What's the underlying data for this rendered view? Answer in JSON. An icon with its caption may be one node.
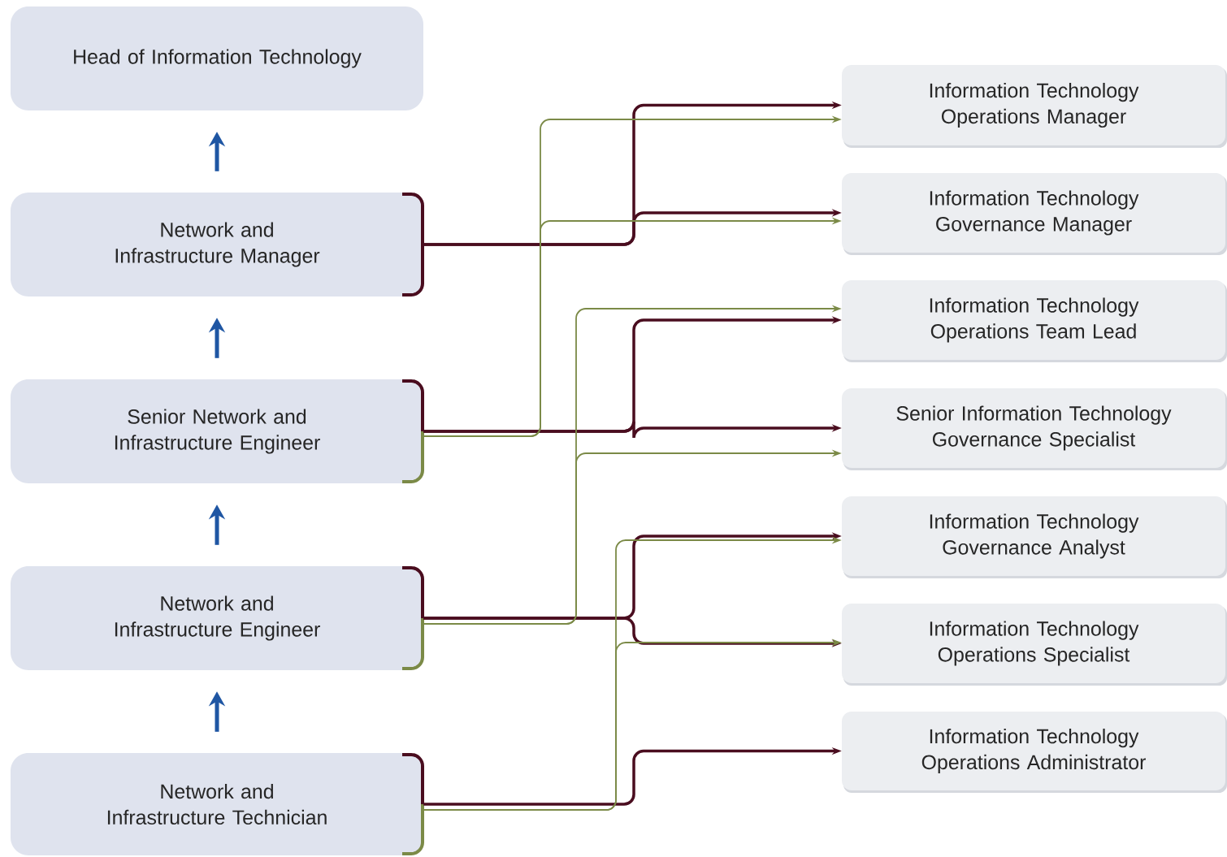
{
  "diagram": {
    "nodes": [
      {
        "text": [
          "Head of Information Technology"
        ]
      },
      {
        "text": [
          "Network and Infrastructure Manager"
        ]
      },
      {
        "text": [
          "Senior Network and Infrastructure Engineer"
        ]
      },
      {
        "text": [
          "Network and Infrastructure Engineer"
        ]
      },
      {
        "text": [
          "Network and Infrastructure Technician"
        ]
      },
      {
        "text": [
          "Information Technology Operations Manager"
        ]
      },
      {
        "text": [
          "Information Technology Governance Manager"
        ]
      },
      {
        "text": [
          "Information Technology Operations Team Lead"
        ]
      },
      {
        "text": [
          "Senior Information Technology Governance Specialist"
        ]
      },
      {
        "text": [
          "Information Technology Governance Analyst"
        ]
      },
      {
        "text": [
          "Information Technology Operations Specialist"
        ]
      },
      {
        "text": [
          "Information Technology Operations Administrator"
        ]
      }
    ],
    "edges": [
      {
        "from": 1,
        "to": 0,
        "arrow": "to",
        "color": "#1f56a3"
      },
      {
        "from": 2,
        "to": 1,
        "arrow": "to",
        "color": "#1f56a3"
      },
      {
        "from": 3,
        "to": 2,
        "arrow": "to",
        "color": "#1f56a3"
      },
      {
        "from": 4,
        "to": 3,
        "arrow": "to",
        "color": "#1f56a3"
      },
      {
        "from": 1,
        "to": 5,
        "arrow": "to",
        "color": "#4a0d1f"
      },
      {
        "from": 1,
        "to": 6,
        "arrow": "to",
        "color": "#4a0d1f"
      },
      {
        "from": 2,
        "to": 7,
        "arrow": "to",
        "color": "#4a0d1f"
      },
      {
        "from": 2,
        "to": 8,
        "arrow": "to",
        "color": "#4a0d1f"
      },
      {
        "from": 3,
        "to": 9,
        "arrow": "to",
        "color": "#4a0d1f"
      },
      {
        "from": 3,
        "to": 10,
        "arrow": "to",
        "color": "#4a0d1f"
      },
      {
        "from": 4,
        "to": 11,
        "arrow": "to",
        "color": "#4a0d1f"
      },
      {
        "from": 2,
        "to": 5,
        "arrow": "to",
        "color": "#7b8a47"
      },
      {
        "from": 2,
        "to": 6,
        "arrow": "to",
        "color": "#7b8a47"
      },
      {
        "from": 3,
        "to": 7,
        "arrow": "to",
        "color": "#7b8a47"
      },
      {
        "from": 3,
        "to": 8,
        "arrow": "to",
        "color": "#7b8a47"
      },
      {
        "from": 4,
        "to": 9,
        "arrow": "to",
        "color": "#7b8a47"
      },
      {
        "from": 4,
        "to": 10,
        "arrow": "to",
        "color": "#7b8a47"
      }
    ]
  }
}
